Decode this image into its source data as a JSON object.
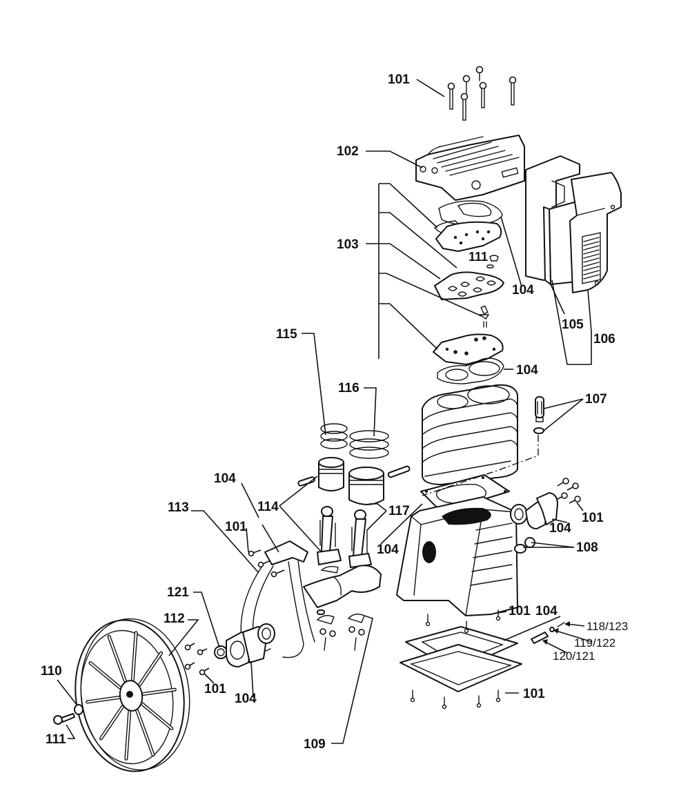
{
  "diagram": {
    "title": "Air compressor pump exploded parts diagram",
    "callouts": [
      {
        "id": "c101a",
        "label": "101",
        "part": "head bolts"
      },
      {
        "id": "c102",
        "label": "102",
        "part": "cylinder head"
      },
      {
        "id": "c103",
        "label": "103",
        "part": "valve plate assembly"
      },
      {
        "id": "c111a",
        "label": "111",
        "part": "valve retainer"
      },
      {
        "id": "c104a",
        "label": "104",
        "part": "head gasket"
      },
      {
        "id": "c105",
        "label": "105",
        "part": "intake filter"
      },
      {
        "id": "c106",
        "label": "106",
        "part": "shroud / cover"
      },
      {
        "id": "c104b",
        "label": "104",
        "part": "valve plate gasket"
      },
      {
        "id": "c115",
        "label": "115",
        "part": "piston rings (small)"
      },
      {
        "id": "c116",
        "label": "116",
        "part": "piston rings (large)"
      },
      {
        "id": "c107",
        "label": "107",
        "part": "breather / dipstick with washer"
      },
      {
        "id": "c104c",
        "label": "104",
        "part": "bearing carrier gasket (left)"
      },
      {
        "id": "c114",
        "label": "114",
        "part": "piston & connecting rod (small)"
      },
      {
        "id": "c117",
        "label": "117",
        "part": "piston & connecting rod (large)"
      },
      {
        "id": "c113",
        "label": "113",
        "part": "crankshaft assembly"
      },
      {
        "id": "c101b",
        "label": "101",
        "part": "bolt"
      },
      {
        "id": "c101c",
        "label": "101",
        "part": "bearing cover bolts"
      },
      {
        "id": "c104d",
        "label": "104",
        "part": "bearing cover gasket (right)"
      },
      {
        "id": "c104e",
        "label": "104",
        "part": "cylinder base gasket"
      },
      {
        "id": "c108",
        "label": "108",
        "part": "drain plug & washer"
      },
      {
        "id": "c121a",
        "label": "121",
        "part": "oil seal"
      },
      {
        "id": "c112",
        "label": "112",
        "part": "flywheel"
      },
      {
        "id": "c101d",
        "label": "101",
        "part": "crankcase bolt"
      },
      {
        "id": "c104f",
        "label": "104",
        "part": "base plate gasket"
      },
      {
        "id": "c118",
        "label": "118/123",
        "part": "fitting"
      },
      {
        "id": "c119",
        "label": "119/122",
        "part": "fitting nut"
      },
      {
        "id": "c120",
        "label": "120/121",
        "part": "sight tube"
      },
      {
        "id": "c110",
        "label": "110",
        "part": "flywheel washer"
      },
      {
        "id": "c101e",
        "label": "101",
        "part": "bearing bolts"
      },
      {
        "id": "c104g",
        "label": "104",
        "part": "bearing gasket"
      },
      {
        "id": "c101f",
        "label": "101",
        "part": "base plate bolts"
      },
      {
        "id": "c111b",
        "label": "111",
        "part": "flywheel bolt"
      },
      {
        "id": "c109",
        "label": "109",
        "part": "connecting rod bolts & caps"
      }
    ]
  }
}
